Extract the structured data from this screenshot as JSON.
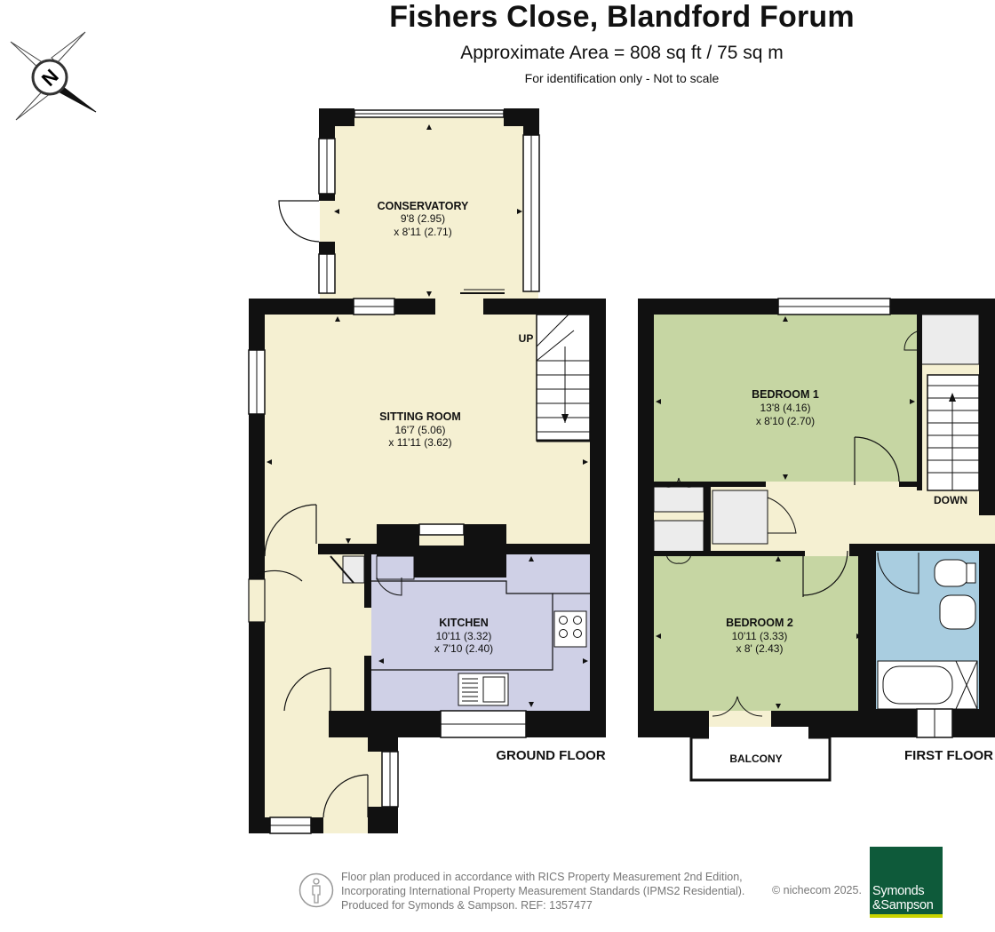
{
  "header": {
    "title": "Fishers Close, Blandford Forum",
    "subtitle": "Approximate Area = 808 sq ft / 75 sq m",
    "disclaimer": "For identification only - Not to scale"
  },
  "compass": {
    "letter": "N"
  },
  "ground_floor": {
    "label": "GROUND FLOOR",
    "rooms": [
      {
        "name": "CONSERVATORY",
        "dim1": "9'8 (2.95)",
        "dim2": "x 8'11 (2.71)"
      },
      {
        "name": "SITTING ROOM",
        "dim1": "16'7 (5.06)",
        "dim2": "x 11'11 (3.62)"
      },
      {
        "name": "KITCHEN",
        "dim1": "10'11 (3.32)",
        "dim2": "x 7'10 (2.40)"
      }
    ],
    "stair_label": "UP"
  },
  "first_floor": {
    "label": "FIRST FLOOR",
    "rooms": [
      {
        "name": "BEDROOM 1",
        "dim1": "13'8 (4.16)",
        "dim2": "x 8'10 (2.70)"
      },
      {
        "name": "BEDROOM 2",
        "dim1": "10'11 (3.33)",
        "dim2": "x 8' (2.43)"
      }
    ],
    "stair_label": "DOWN",
    "balcony_label": "BALCONY"
  },
  "footer": {
    "line1": "Floor plan produced in accordance with RICS Property Measurement 2nd Edition,",
    "line2": "Incorporating International Property Measurement Standards (IPMS2 Residential).",
    "line3": "Produced for Symonds & Sampson.   REF: 1357477",
    "copyright": "© nichecom 2025.",
    "logo_line1": "Symonds",
    "logo_line2": "&Sampson"
  },
  "colors": {
    "wall": "#111111",
    "ground_floor_fill": "#f5f0d2",
    "kitchen_fill": "#cfd0e6",
    "bedroom_fill": "#c6d6a3",
    "bathroom_fill": "#a9cde0",
    "cupboard_fill": "#ececec",
    "logo_green": "#0e5a3a"
  }
}
